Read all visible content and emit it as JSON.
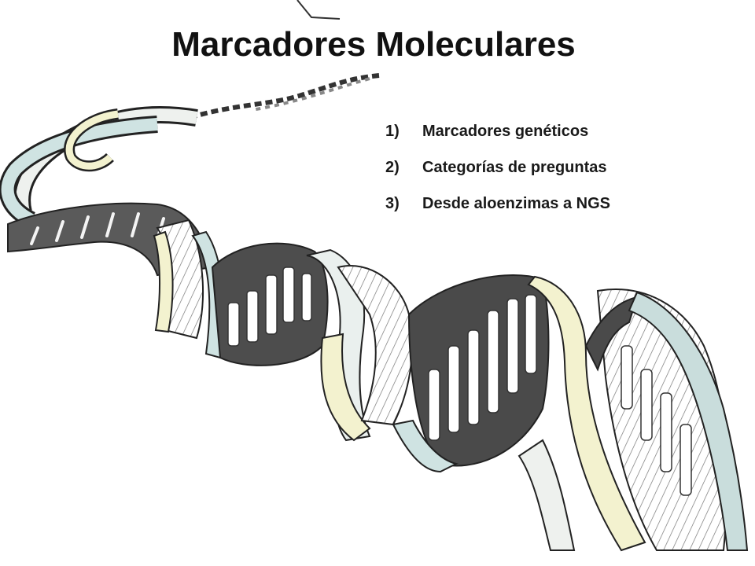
{
  "slide": {
    "title": "Marcadores Moleculares",
    "items": [
      {
        "number": "1)",
        "text": "Marcadores genéticos"
      },
      {
        "number": "2)",
        "text": "Categorías de preguntas"
      },
      {
        "number": "3)",
        "text": "Desde aloenzimas a NGS"
      }
    ]
  },
  "illustration": {
    "subject": "dna-double-helix",
    "colors": {
      "backbone_dark": "#5a5a5a",
      "strand_cream": "#f3f2cf",
      "strand_blue": "#cfe3e2",
      "strand_pale": "#eef1ee",
      "outline": "#222222"
    }
  }
}
